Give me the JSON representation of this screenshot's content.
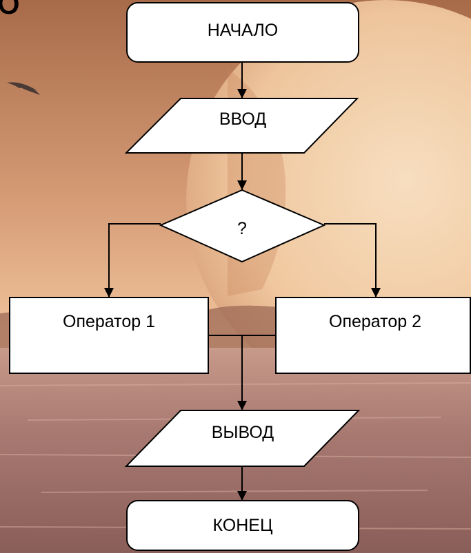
{
  "flowchart": {
    "start": "НАЧАЛО",
    "input": "ВВОД",
    "decision": "?",
    "operator_1": "Оператор 1",
    "operator_2": "Оператор 2",
    "output": "ВЫВОД",
    "end": "КОНЕЦ"
  },
  "colors": {
    "shape_fill": "#ffffff",
    "stroke": "#000000",
    "sky_top": "#b87a55",
    "sky_bottom": "#f3c9a3",
    "moon": "#f7d9b6",
    "sea": "#a8776e"
  },
  "background": {
    "scene": "sunset sea with large moon",
    "bird_icon": "bird-icon"
  }
}
